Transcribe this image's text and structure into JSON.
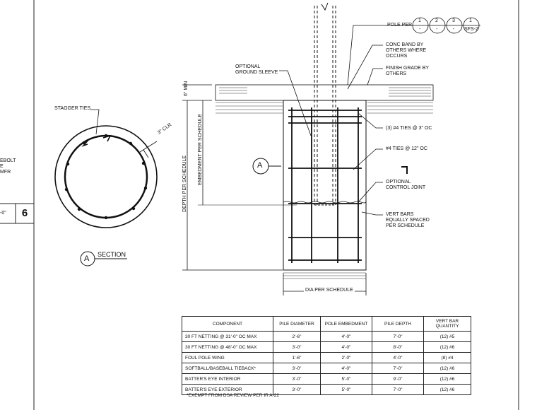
{
  "left_fragments": {
    "line1": "EBOLT",
    "line2": "E",
    "line3": "MFR",
    "scale": "-0\"",
    "sheet_number": "6"
  },
  "section": {
    "stagger_ties": "STAGGER TIES",
    "clr": "3\" CLR",
    "marker_letter": "A",
    "title": "SECTION"
  },
  "elevation": {
    "pole_per": "POLE PER",
    "callouts": [
      {
        "top": "1",
        "bottom": "-"
      },
      {
        "top": "2",
        "bottom": "-"
      },
      {
        "top": "3",
        "bottom": "-"
      },
      {
        "top": "1",
        "bottom": "SFS-2"
      }
    ],
    "conc_band": "CONC BAND BY OTHERS WHERE OCCURS",
    "finish_grade": "FINISH GRADE BY OTHERS",
    "optional_ground_sleeve": "OPTIONAL GROUND SLEEVE",
    "min_6": "6\" MIN",
    "ties_3": "(3) #4 TIES @ 3\" OC",
    "ties_12": "#4 TIES @ 12\" OC",
    "control_joint": "OPTIONAL CONTROL JOINT",
    "vert_bars": "VERT BARS EQUALLY SPACED PER SCHEDULE",
    "depth": "DEPTH PER SCHEDULE",
    "embedment": "EMBEDMENT PER SCHEDULE",
    "dia": "DIA PER SCHEDULE",
    "section_marker": "A"
  },
  "schedule": {
    "headers": [
      "COMPONENT",
      "PILE DIAMETER",
      "POLE EMBEDMENT",
      "PILE DEPTH",
      "VERT BAR QUANTITY"
    ],
    "rows": [
      [
        "30 FT NETTING @ 31'-0\" OC MAX",
        "2'-6\"",
        "4'-0\"",
        "7'-0\"",
        "(12) #5"
      ],
      [
        "30 FT NETTING @ 48'-0\" OC MAX",
        "3'-0\"",
        "4'-0\"",
        "8'-0\"",
        "(12) #6"
      ],
      [
        "FOUL POLE WING",
        "1'-6\"",
        "2'-0\"",
        "4'-0\"",
        "(8) #4"
      ],
      [
        "SOFTBALL/BASEBALL TIEBACK*",
        "3'-0\"",
        "4'-0\"",
        "7'-0\"",
        "(12) #6"
      ],
      [
        "BATTER'S EYE INTERIOR",
        "3'-0\"",
        "5'-0\"",
        "9'-0\"",
        "(12) #6"
      ],
      [
        "BATTER'S EYE EXTERIOR",
        "3'-0\"",
        "5'-0\"",
        "7'-0\"",
        "(12) #6"
      ]
    ],
    "footnote": "*EXEMPT FROM DSA REVIEW PER IR A-22"
  }
}
